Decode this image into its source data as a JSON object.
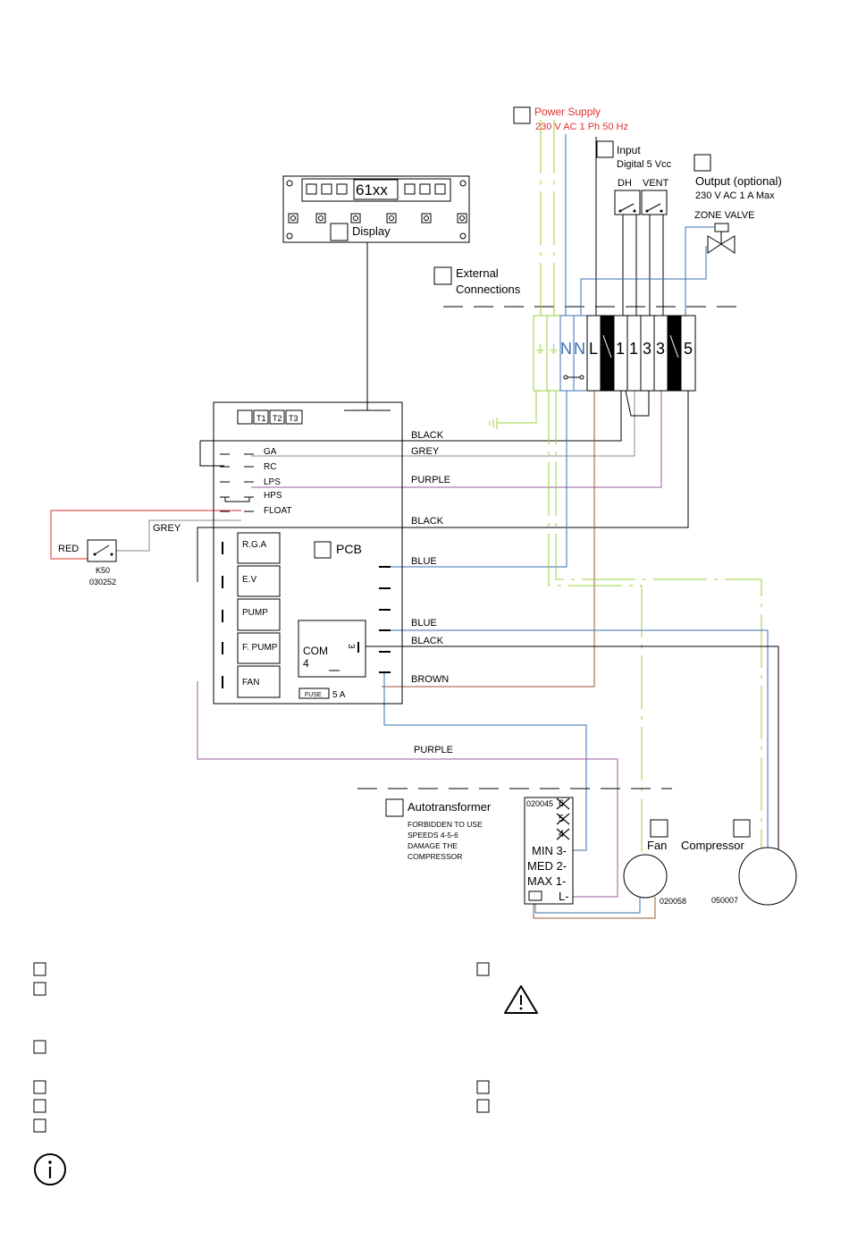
{
  "colors": {
    "black": "#000000",
    "grey": "#8a8a8a",
    "purple": "#9c5a9c",
    "blue": "#3a6fb0",
    "brown": "#9a5a32",
    "red": "#e0312e",
    "green": "#9ad03a",
    "power_text": "#e0312e"
  },
  "power_supply": {
    "title": "Power Supply",
    "spec": "230 V AC 1 Ph 50 Hz"
  },
  "input": {
    "title": "Input",
    "spec": "Digital 5 Vcc",
    "switch_dh": "DH",
    "switch_vent": "VENT"
  },
  "output": {
    "title": "Output (optional)",
    "spec": "230 V AC 1 A Max",
    "valve": "ZONE VALVE"
  },
  "display": {
    "readout": "61xx",
    "label": "Display"
  },
  "external": {
    "line1": "External",
    "line2": "Connections"
  },
  "terminals": [
    "⏚",
    "⏚",
    "N",
    "N",
    "L",
    "1",
    "1",
    "3",
    "3",
    "5"
  ],
  "pcb": {
    "label": "PCB",
    "header_tags": [
      "T1",
      "T2",
      "T3"
    ],
    "inputs": [
      "GA",
      "RC",
      "LPS",
      "HPS",
      "FLOAT"
    ],
    "relays": [
      "R.G.A",
      "E.V",
      "PUMP",
      "F. PUMP",
      "FAN"
    ],
    "com": "COM",
    "com_num": "4",
    "com_side": "3",
    "fuse": "FUSE",
    "fuse_rating": "5 A"
  },
  "sensor": {
    "wire_left": "RED",
    "wire_right": "GREY",
    "code": "K50",
    "ref": "030252"
  },
  "wires": {
    "black1": "BLACK",
    "grey": "GREY",
    "purple1": "PURPLE",
    "black2": "BLACK",
    "blue1": "BLUE",
    "blue2": "BLUE",
    "black3": "BLACK",
    "brown": "BROWN",
    "purple2": "PURPLE"
  },
  "autotransformer": {
    "title": "Autotransformer",
    "note": [
      "FORBIDDEN TO USE",
      "SPEEDS 4-5-6",
      "DAMAGE THE",
      "COMPRESSOR"
    ],
    "code": "020045",
    "taps_struck": [
      "6",
      "5",
      "4"
    ],
    "taps": [
      "MIN 3-",
      "MED 2-",
      "MAX 1-",
      "L-"
    ]
  },
  "fan": {
    "label": "Fan",
    "code": "020058"
  },
  "compressor": {
    "label": "Compressor",
    "code": "050007"
  },
  "icons": {
    "warning": "warning-triangle-icon",
    "info": "info-icon"
  }
}
